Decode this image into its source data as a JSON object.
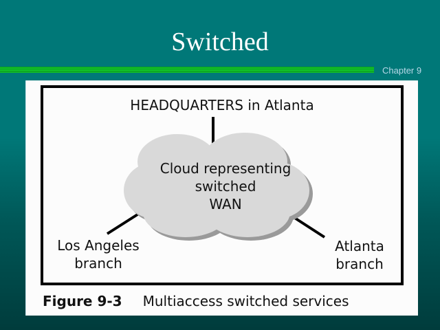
{
  "slide": {
    "title": "Switched",
    "chapter": "Chapter 9"
  },
  "figure": {
    "headquarters": "HEADQUARTERS in Atlanta",
    "cloud_lines": [
      "Cloud representing",
      "switched",
      "WAN"
    ],
    "la_branch": [
      "Los Angeles",
      "branch"
    ],
    "atlanta_branch": [
      "Atlanta",
      "branch"
    ],
    "caption_number": "Figure 9-3",
    "caption_text": "Multiaccess switched services"
  },
  "colors": {
    "background_top": "#007878",
    "background_bottom": "#003c3c",
    "accent_bar": "#12c12a",
    "chapter_text": "#b8d8e8",
    "cloud_fill": "#d9d9d9",
    "cloud_shadow": "#9a9a9a"
  }
}
